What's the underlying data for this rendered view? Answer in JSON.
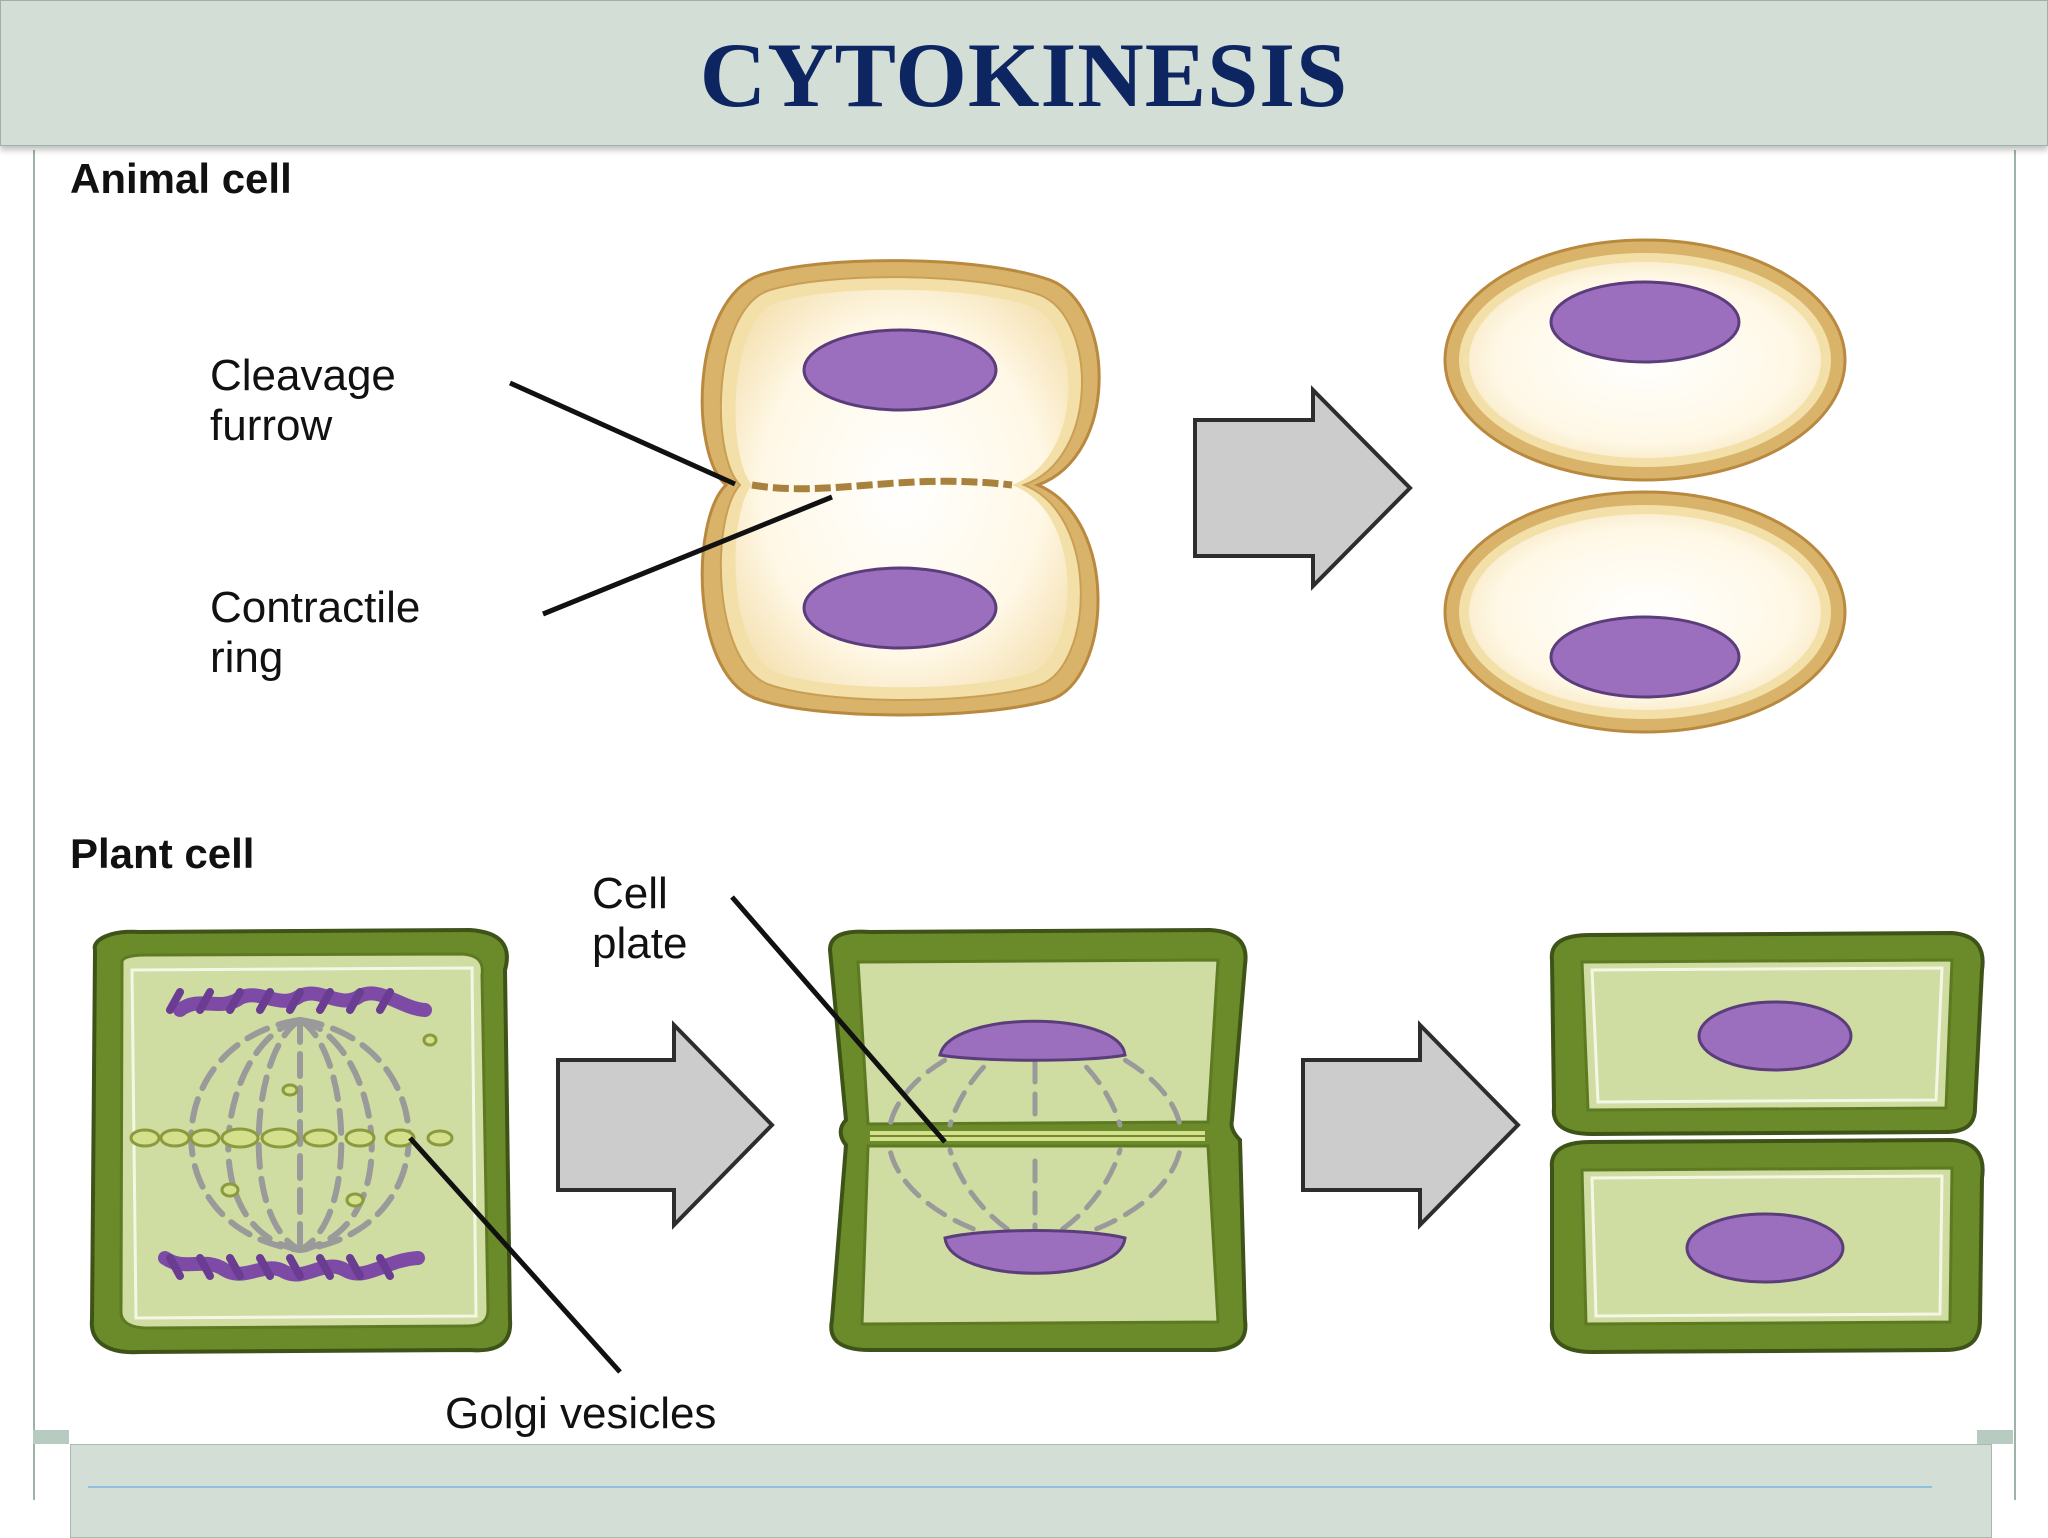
{
  "title": "CYTOKINESIS",
  "animal": {
    "heading": "Animal cell",
    "label_cleavage_1": "Cleavage",
    "label_cleavage_2": "furrow",
    "label_ring_1": "Contractile",
    "label_ring_2": "ring"
  },
  "plant": {
    "heading": "Plant cell",
    "label_plate_1": "Cell",
    "label_plate_2": "plate",
    "label_golgi": "Golgi vesicles"
  },
  "colors": {
    "title": "#0d2561",
    "nucleus": "#9b6fbd",
    "animal_membrane": "#d9b36a",
    "plant_wall": "#6b8a2a",
    "plant_cytoplasm": "#cfdca2",
    "arrow": "#cccccc"
  }
}
